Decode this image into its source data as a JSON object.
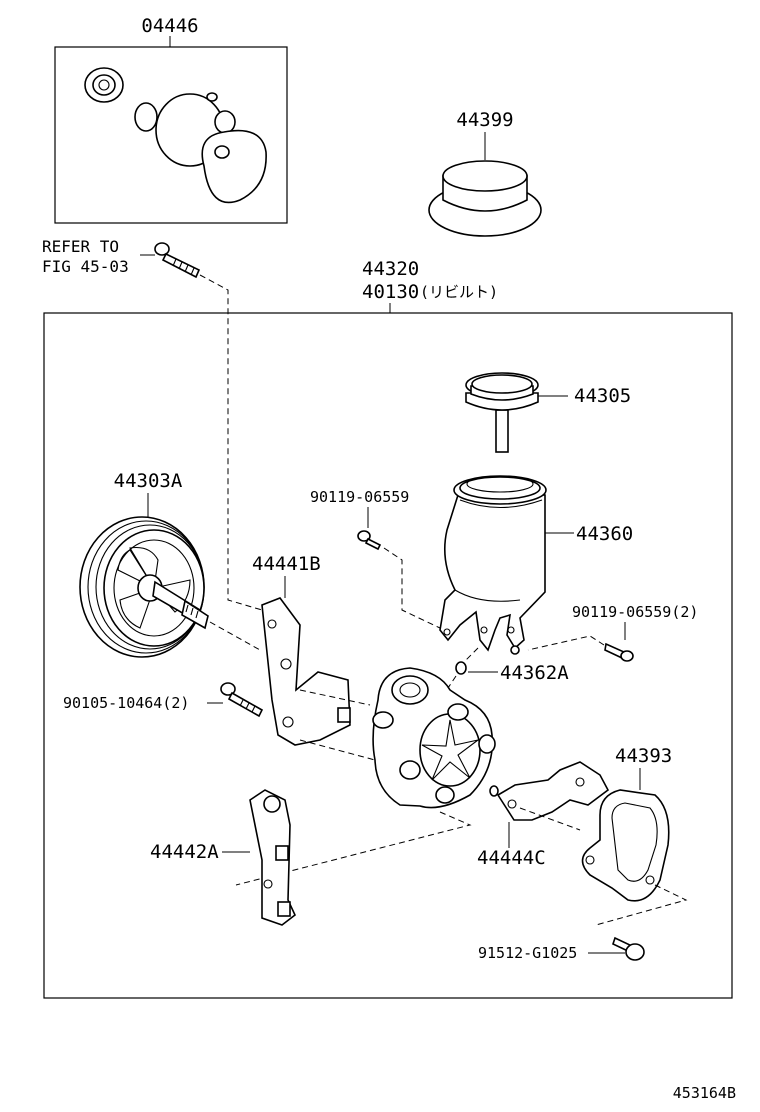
{
  "labels": {
    "kit": "04446",
    "cap_cover": "44399",
    "refer_line1": "REFER TO",
    "refer_line2": "FIG 45-03",
    "assy_no": "44320",
    "rebuilt_no": "40130",
    "rebuilt_note": "(リビルト)",
    "reservoir_cap": "44305",
    "pulley": "44303A",
    "bolt_top": "90119-06559",
    "reservoir": "44360",
    "bracket_b": "44441B",
    "bolt_right": "90119-06559(2)",
    "bolt_left": "90105-10464(2)",
    "oring": "44362A",
    "gasket": "44393",
    "bracket_a": "44442A",
    "bracket_c": "44444C",
    "bolt_bottom": "91512-G1025",
    "figure_code": "453164B"
  }
}
